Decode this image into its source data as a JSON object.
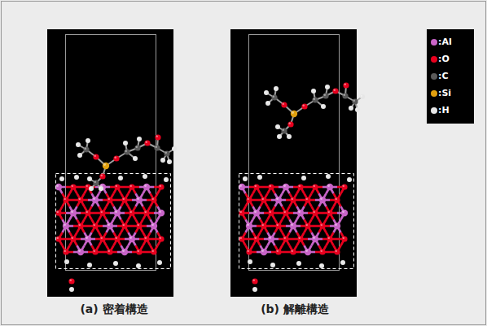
{
  "diagram": {
    "labels": [
      "(a) 密着構造",
      "(b) 解離構造"
    ],
    "legend": [
      {
        "text": ":Al",
        "color": "#c864c8"
      },
      {
        "text": ":O",
        "color": "#e8001e"
      },
      {
        "text": ":C",
        "color": "#5a5a5a"
      },
      {
        "text": ":Si",
        "color": "#e0a010"
      },
      {
        "text": ":H",
        "color": "#e6e6e6"
      }
    ]
  }
}
